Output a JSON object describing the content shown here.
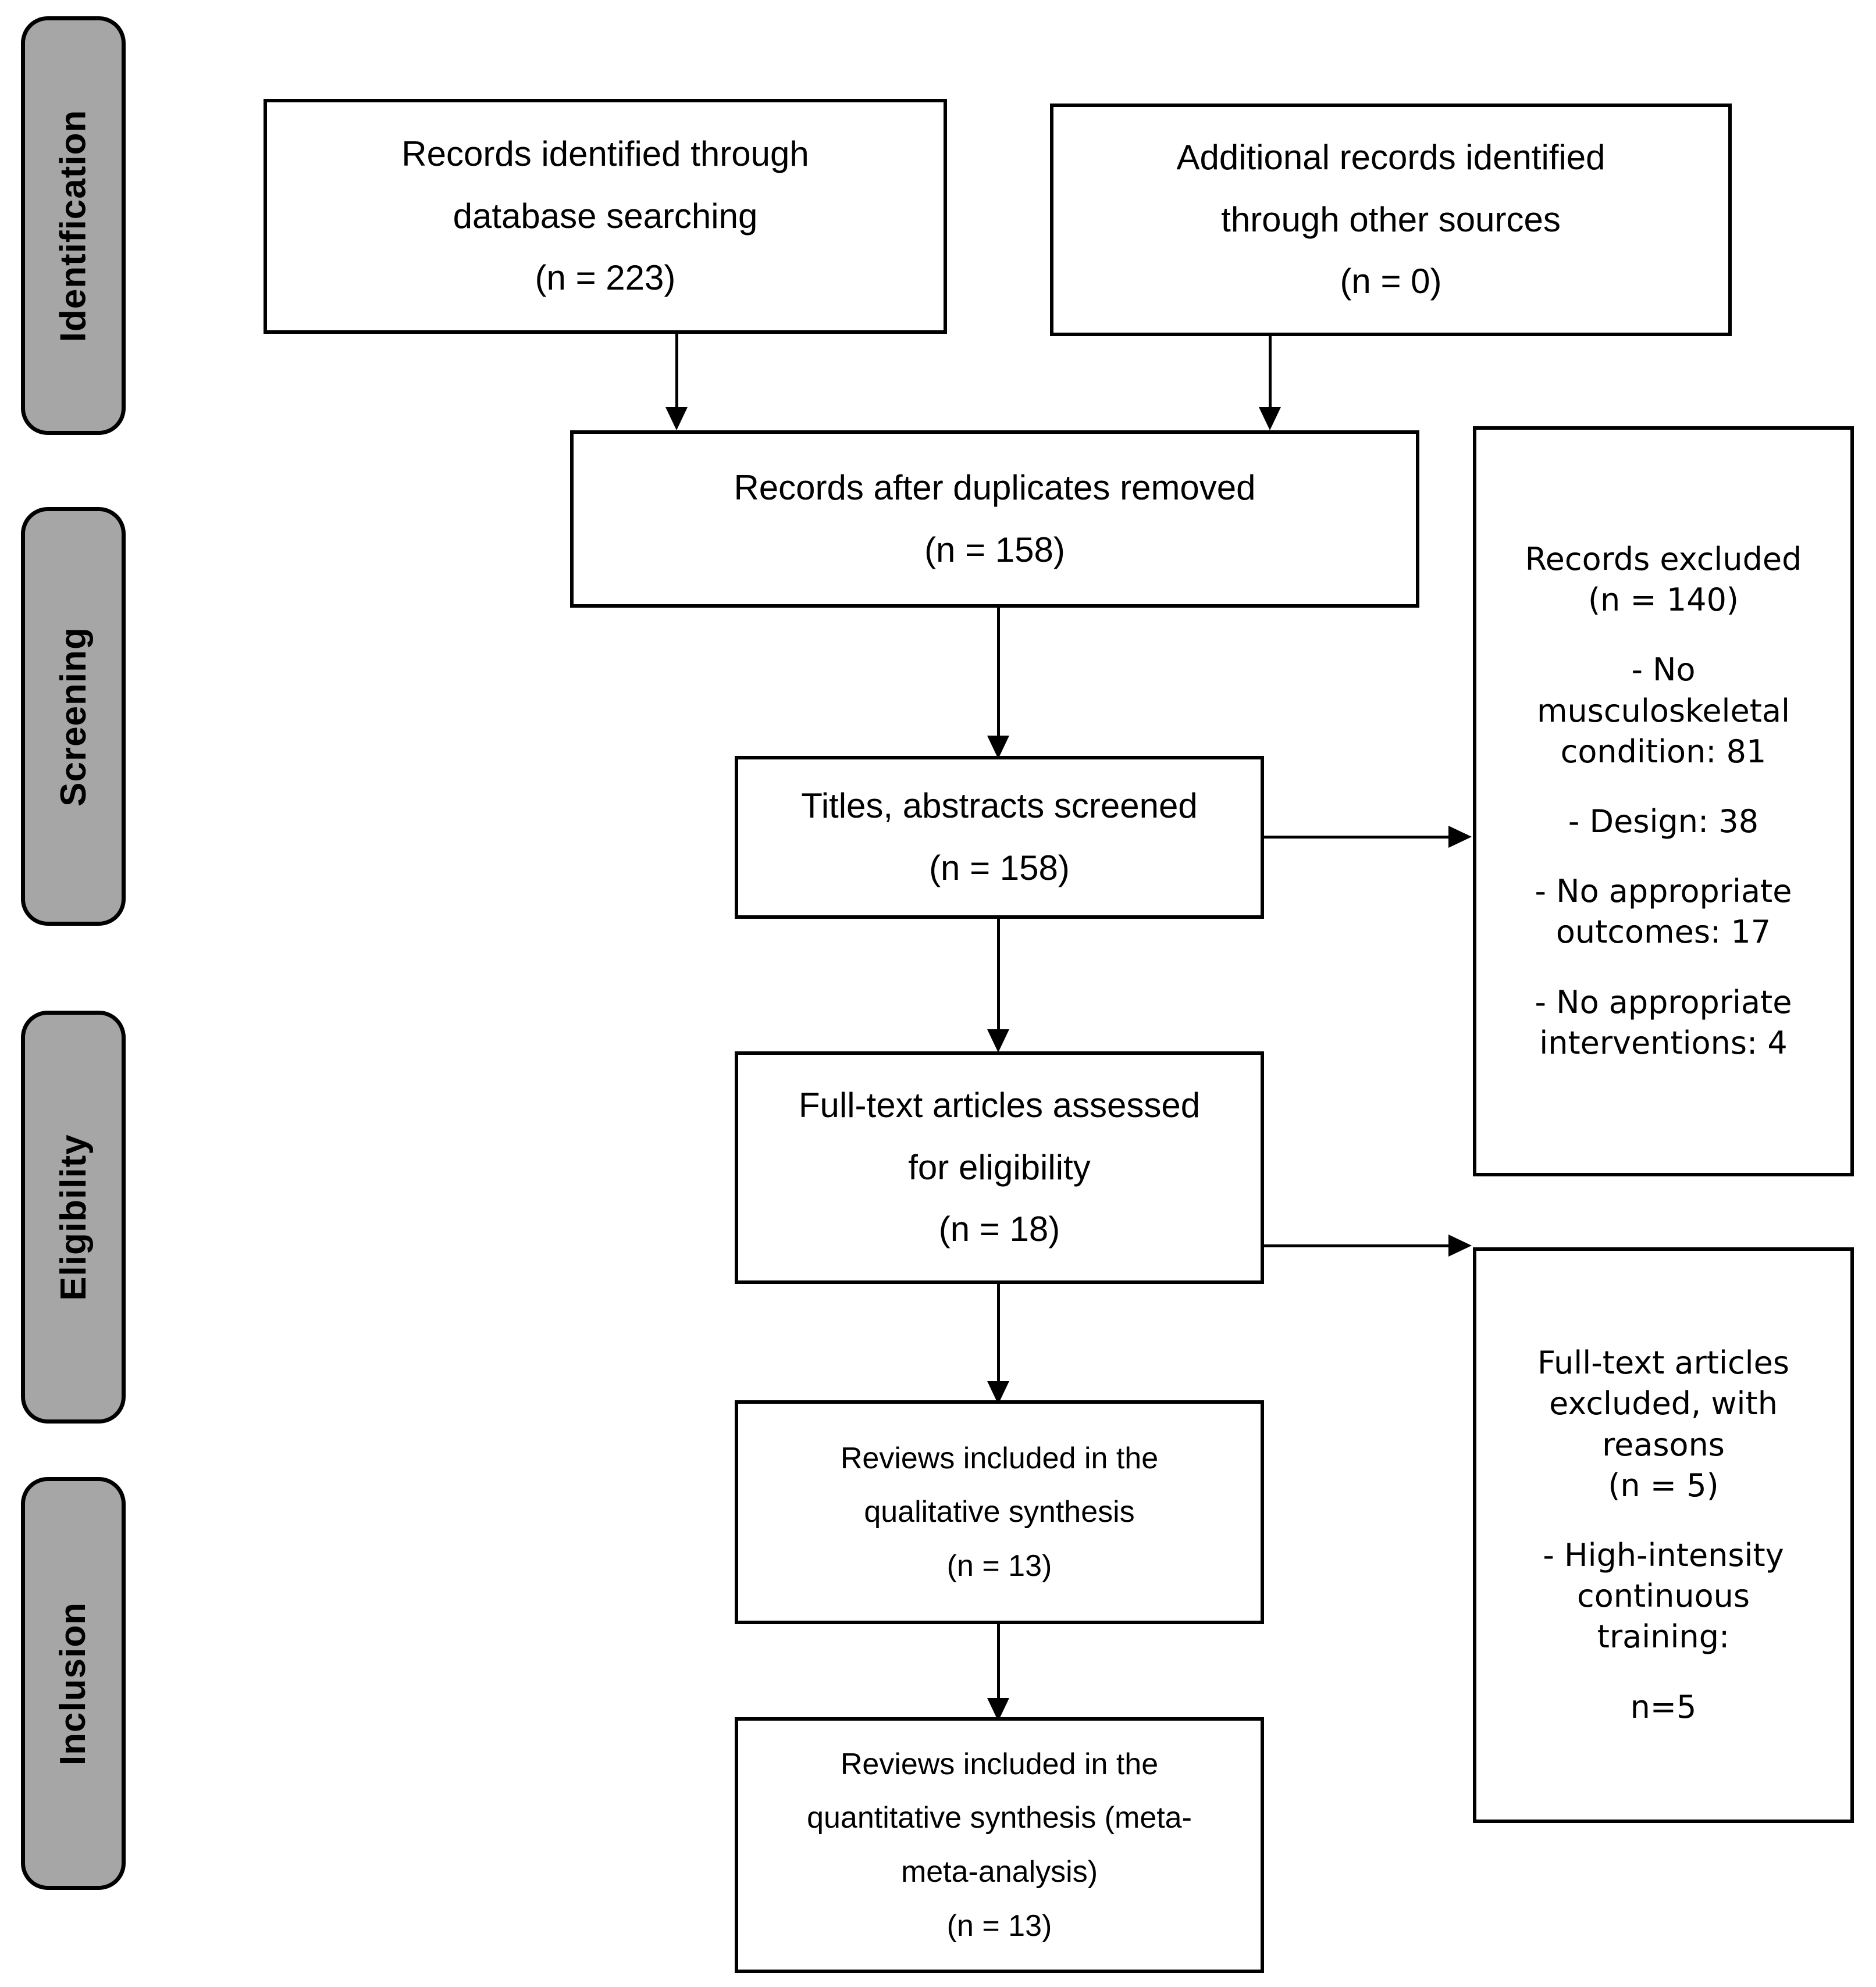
{
  "diagram": {
    "title": "PRISMA flow diagram",
    "accent_gray": "#a6a6a6",
    "line_color": "#000000"
  },
  "stages": [
    {
      "label": "Identification"
    },
    {
      "label": "Screening"
    },
    {
      "label": "Eligibility"
    },
    {
      "label": "Inclusion"
    }
  ],
  "boxes": {
    "database_search": {
      "line1": "Records identified through",
      "line2": "database searching",
      "line3": "(n = 223)"
    },
    "other_sources": {
      "line1": "Additional records identified",
      "line2": "through other sources",
      "line3": "(n = 0)"
    },
    "duplicates_removed": {
      "line1": "Records after duplicates removed",
      "line2": "(n = 158)"
    },
    "records_excluded": {
      "line1": "Records excluded",
      "line2": "(n = 140)",
      "line3": "- No",
      "line4": "musculoskeletal",
      "line5": "condition: 81",
      "line6": "- Design: 38",
      "line7": "- No appropriate",
      "line8": "outcomes: 17",
      "line9": "- No appropriate",
      "line10": "interventions: 4"
    },
    "titles_screened": {
      "line1": "Titles, abstracts screened",
      "line2": "(n = 158)"
    },
    "fulltext_assessed": {
      "line1": "Full-text articles assessed",
      "line2": "for eligibility",
      "line3": "(n = 18)"
    },
    "fulltext_excluded": {
      "line1": "Full-text articles",
      "line2": "excluded, with",
      "line3": "reasons",
      "line4": "(n = 5)",
      "line5": "- High-intensity",
      "line6": "continuous",
      "line7": "training:",
      "line8": "n=5"
    },
    "qualitative_synthesis": {
      "line1": "Reviews included in the",
      "line2": "qualitative synthesis",
      "line3": "(n = 13)"
    },
    "quantitative_synthesis": {
      "line1": "Reviews included in the",
      "line2": "quantitative synthesis (meta-",
      "line3": "meta-analysis)",
      "line4": "(n = 13)"
    }
  }
}
